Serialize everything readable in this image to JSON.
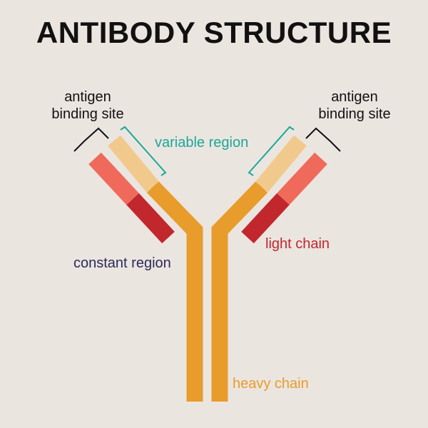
{
  "title": "ANTIBODY STRUCTURE",
  "labels": {
    "antigen_site_left": [
      "antigen",
      "binding site"
    ],
    "antigen_site_right": [
      "antigen",
      "binding site"
    ],
    "variable_region": "variable region",
    "constant_region": "constant region",
    "light_chain": "light chain",
    "heavy_chain": "heavy chain"
  },
  "colors": {
    "background": "#ebe5e0",
    "title": "#111111",
    "heavy_chain": "#e89c2c",
    "variable_heavy": "#f2c98d",
    "light_constant": "#c1272d",
    "light_variable": "#ef6a5a",
    "bracket_variable": "#1aa897",
    "bracket_antigen": "#111111",
    "label_variable": "#1aa897",
    "label_constant": "#2b2a5a",
    "label_light": "#c1272d",
    "label_heavy": "#e89c2c",
    "label_antigen": "#111111"
  }
}
